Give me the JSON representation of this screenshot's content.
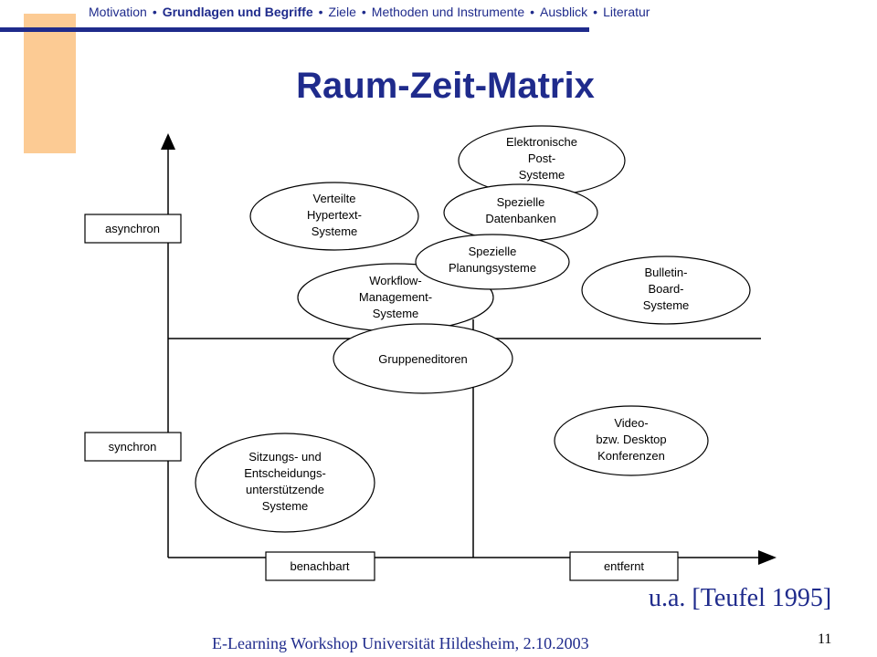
{
  "nav": {
    "items": [
      {
        "label": "Motivation",
        "active": false
      },
      {
        "label": "Grundlagen und Begriffe",
        "active": true
      },
      {
        "label": "Ziele",
        "active": false
      },
      {
        "label": "Methoden und Instrumente",
        "active": false
      },
      {
        "label": "Ausblick",
        "active": false
      },
      {
        "label": "Literatur",
        "active": false
      }
    ],
    "separator": "•"
  },
  "title": "Raum-Zeit-Matrix",
  "axes": {
    "y_labels": [
      "asynchron",
      "synchron"
    ],
    "x_labels": [
      "benachbart",
      "entfernt"
    ]
  },
  "systems": {
    "elektronische_post": [
      "Elektronische",
      "Post-",
      "Systeme"
    ],
    "verteilte_hypertext": [
      "Verteilte",
      "Hypertext-",
      "Systeme"
    ],
    "spezielle_datenbanken": [
      "Spezielle",
      "Datenbanken"
    ],
    "spezielle_planung": [
      "Spezielle",
      "Planungsysteme"
    ],
    "workflow": [
      "Workflow-",
      "Management-",
      "Systeme"
    ],
    "bulletin_board": [
      "Bulletin-",
      "Board-",
      "Systeme"
    ],
    "gruppeneditoren": [
      "Gruppeneditoren"
    ],
    "video_konferenzen": [
      "Video-",
      "bzw. Desktop",
      "Konferenzen"
    ],
    "sitzungs_entscheidung": [
      "Sitzungs- und",
      "Entscheidungs-",
      "unterstützende",
      "Systeme"
    ]
  },
  "citation": "u.a. [Teufel 1995]",
  "footer": "E-Learning Workshop Universität Hildesheim, 2.10.2003",
  "page_number": "11",
  "colors": {
    "accent": "#FCCB94",
    "navy": "#1f2b8c"
  }
}
